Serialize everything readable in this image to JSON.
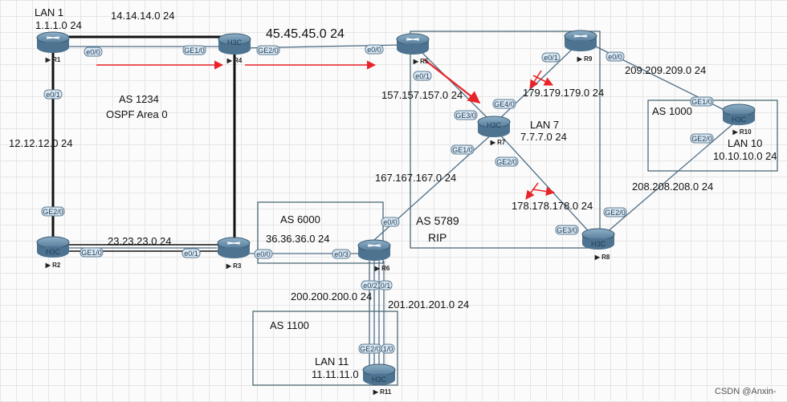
{
  "diagram": {
    "routers": {
      "R1": {
        "name": "R1",
        "brand": ""
      },
      "R2": {
        "name": "R2",
        "brand": "H3C"
      },
      "R3": {
        "name": "R3",
        "brand": ""
      },
      "R4": {
        "name": "R4",
        "brand": "H3C"
      },
      "R5": {
        "name": "R5",
        "brand": ""
      },
      "R6": {
        "name": "R6",
        "brand": ""
      },
      "R7": {
        "name": "R7",
        "brand": "H3C"
      },
      "R8": {
        "name": "R8",
        "brand": "H3C"
      },
      "R9": {
        "name": "R9",
        "brand": ""
      },
      "R10": {
        "name": "R10",
        "brand": "H3C"
      },
      "R11": {
        "name": "R11",
        "brand": "H3C"
      }
    },
    "ports": {
      "r1_e00": "e0/0",
      "r1_e01": "e0/1",
      "r4_ge10": "GE1/0",
      "r4_ge20": "GE2/0",
      "r2_ge20": "GE2/0",
      "r2_ge10": "GE1/0",
      "r3_e01": "e0/1",
      "r3_e00": "e0/0",
      "r5_e00": "e0/0",
      "r5_e01": "e0/1",
      "r9_e01": "e0/1",
      "r9_e00": "e0/0",
      "r7_ge40": "GE4/0",
      "r7_ge30": "GE3/0",
      "r7_ge10": "GE1/0",
      "r7_ge20": "GE2/0",
      "r6_e00": "e0/0",
      "r6_e03": "e0/3",
      "r6_e02": "e0/2",
      "r6_e01": "0/1",
      "r10_ge10": "GE1/0",
      "r10_ge20": "GE2/0",
      "r8_ge20": "GE2/0",
      "r8_ge30": "GE3/0",
      "r11_ge20": "GE2/0",
      "r11_ge10": "1/0"
    },
    "labels": {
      "lan1_title": "LAN 1",
      "lan1_net": "1.1.1.0 24",
      "net_14": "14.14.14.0 24",
      "net_45": "45.45.45.0 24",
      "net_12": "12.12.12.0 24",
      "net_23": "23.23.23.0 24",
      "as1234": "AS 1234",
      "ospf": "OSPF Area 0",
      "net_157": "157.157.157.0 24",
      "net_179": "179.179.179.0 24",
      "lan7_title": "LAN 7",
      "lan7_net": "7.7.7.0 24",
      "net_209": "209.209.209.0 24",
      "as1000": "AS 1000",
      "lan10_title": "LAN 10",
      "lan10_net": "10.10.10.0 24",
      "net_167": "167.167.167.0 24",
      "net_208": "208.208.208.0 24",
      "net_178": "178.178.178.0 24",
      "as6000": "AS 6000",
      "net_36": "36.36.36.0 24",
      "as5789": "AS  5789",
      "rip": "RIP",
      "net_200": "200.200.200.0 24",
      "net_201": "201.201.201.0 24",
      "as1100": "AS 1100",
      "lan11_title": "LAN 11",
      "lan11_net": "11.11.11.0"
    },
    "watermark": "CSDN @Anxin-",
    "colors": {
      "link": "#4f6e86",
      "ospf_link": "#111111",
      "arrow": "#e8242a",
      "router": "#4d7390",
      "port_fill": "#dbe7f1"
    }
  }
}
